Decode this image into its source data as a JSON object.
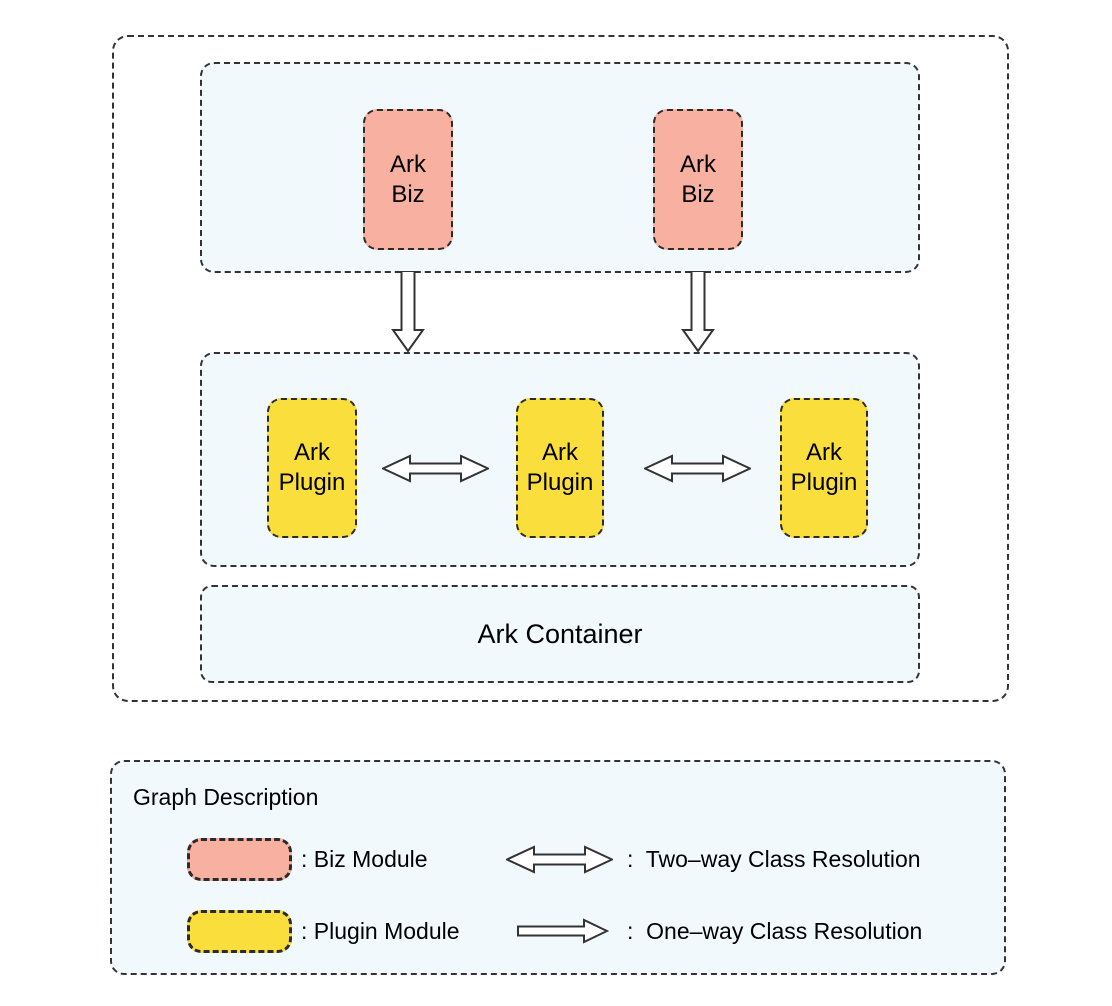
{
  "colors": {
    "biz_module_fill": "#F8B1A0",
    "plugin_module_fill": "#FADE3C",
    "panel_background": "#F2F9FD",
    "dashed_border": "#333333",
    "arrow_fill": "#FFFFFF",
    "page_background": "#FFFFFF"
  },
  "diagram": {
    "biz_boxes": [
      "Ark\nBiz",
      "Ark\nBiz"
    ],
    "plugin_boxes": [
      "Ark\nPlugin",
      "Ark\nPlugin",
      "Ark\nPlugin"
    ],
    "container_label": "Ark Container"
  },
  "icons": {
    "down_arrow": "hollow-down-arrow",
    "two_way_arrow": "hollow-double-headed-arrow",
    "one_way_arrow": "hollow-right-arrow"
  },
  "legend": {
    "title": "Graph Description",
    "biz_label": ": Biz Module",
    "plugin_label": ": Plugin Module",
    "two_way_label": ":  Two–way Class Resolution",
    "one_way_label": ":  One–way Class Resolution"
  }
}
